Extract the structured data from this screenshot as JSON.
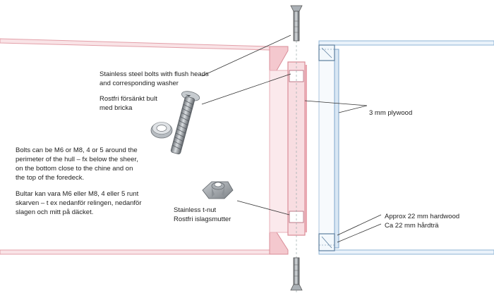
{
  "labels": {
    "bolts_en": [
      "Stainless steel bolts with flush heads",
      "and corresponding washer"
    ],
    "bolts_sv": [
      "Rostfri försänkt bult",
      "med bricka"
    ],
    "plywood": "3 mm plywood",
    "notes_en": [
      "Bolts can be M6 or M8, 4 or 5 around the",
      "perimeter of the hull – fx below the sheer,",
      "on the bottom close to the chine and on",
      "the top of the foredeck."
    ],
    "notes_sv": [
      "Bultar kan vara M6 eller M8, 4 eller 5 runt",
      "skarven – t ex nedanför relingen, nedanför",
      "slagen och mitt på däcket."
    ],
    "tnut": [
      "Stainless t-nut",
      "Rostfri islagsmutter"
    ],
    "hardwood": [
      "Approx 22 mm hardwood",
      "Ca 22 mm hårdträ"
    ]
  },
  "colors": {
    "hull_left": "#e8a0a8",
    "hull_left_fill": "#f8dde0",
    "hull_right": "#8fb4d6",
    "hull_right_fill": "#e6eff8",
    "leader": "#333333",
    "metal": "#9aa0a6"
  },
  "icons": {
    "bolt": "countersunk-bolt-icon",
    "washer": "washer-icon",
    "tnut": "t-nut-icon"
  }
}
